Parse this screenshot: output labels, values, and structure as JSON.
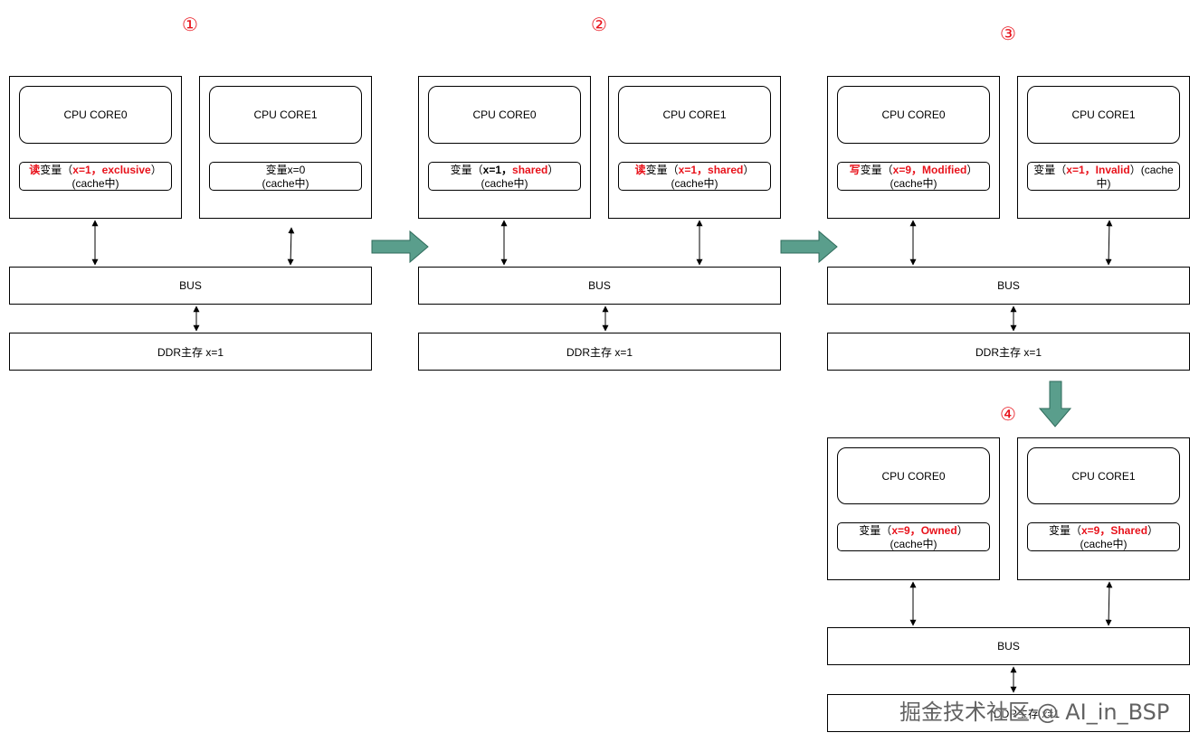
{
  "labels": {
    "core0": "CPU CORE0",
    "core1": "CPU CORE1",
    "bus": "BUS",
    "ddr": "DDR主存 x=1",
    "cache_in": "(cache中)",
    "var": "变量",
    "lp": "（",
    "rp": "）",
    "comma": "，"
  },
  "steps": [
    {
      "num": "①",
      "core0_cache": {
        "action": "读",
        "value": "x=1",
        "state": "exclusive"
      },
      "core1_cache": {
        "text": "变量x=0"
      }
    },
    {
      "num": "②",
      "core0_cache": {
        "value": "x=1",
        "state": "shared"
      },
      "core1_cache": {
        "action": "读",
        "value": "x=1",
        "state": "shared"
      }
    },
    {
      "num": "③",
      "core0_cache": {
        "action": "写",
        "value": "x=9",
        "state": "Modified"
      },
      "core1_cache": {
        "value": "x=1",
        "state": "Invalid",
        "tail": "(cache",
        "tail2": "中)"
      }
    },
    {
      "num": "④",
      "core0_cache": {
        "value": "x=9",
        "state": "Owned"
      },
      "core1_cache": {
        "value": "x=9",
        "state": "Shared"
      },
      "ddr_partial": "DDR主存 x=1"
    }
  ],
  "watermark": "掘金技术社区 @ AI_in_BSP",
  "colors": {
    "accent_red": "#e8121b",
    "flow_arrow_fill": "#5a9e8c",
    "flow_arrow_stroke": "#2f6b5b"
  }
}
